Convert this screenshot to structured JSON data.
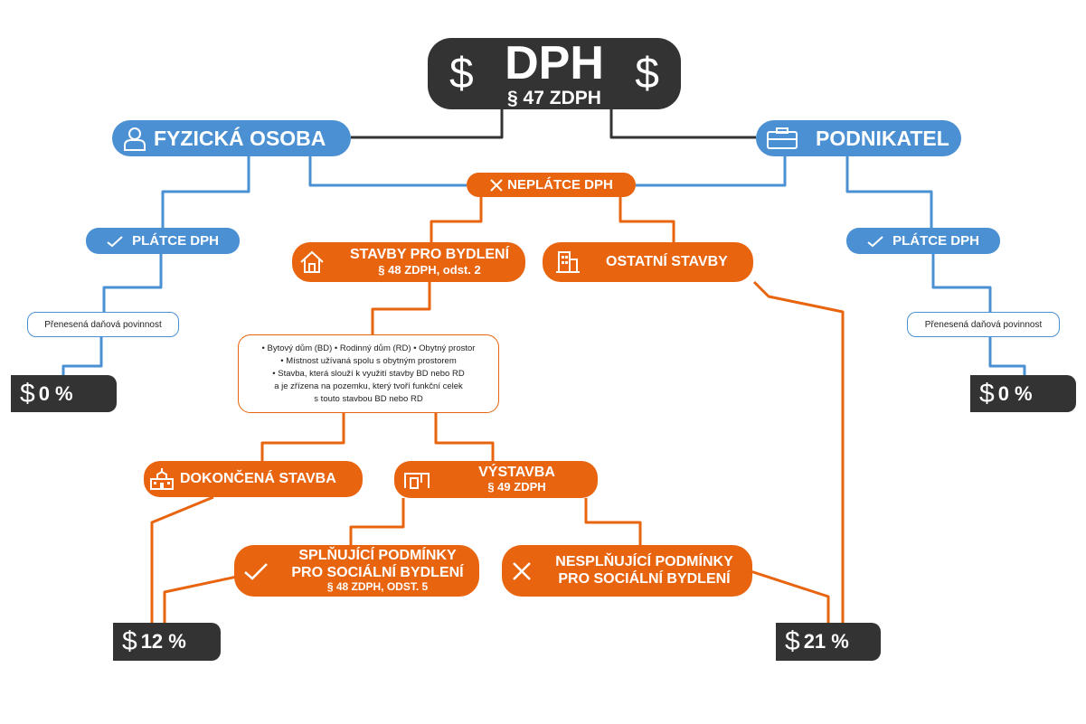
{
  "title": {
    "main": "DPH",
    "sub": "§ 47 ZDPH",
    "currency": "$"
  },
  "fyzicka_osoba": {
    "label": "FYZICKÁ OSOBA",
    "icon": "person-icon"
  },
  "podnikatel": {
    "label": "PODNIKATEL",
    "icon": "briefcase-icon"
  },
  "neplatce": {
    "label": "NEPLÁTCE DPH",
    "icon": "cross-icon"
  },
  "platce_left": {
    "label": "PLÁTCE DPH",
    "icon": "check-icon"
  },
  "platce_right": {
    "label": "PLÁTCE DPH",
    "icon": "check-icon"
  },
  "prenesena_left": "Přenesená daňová povinnost",
  "prenesena_right": "Přenesená daňová povinnost",
  "rate_left": {
    "symbol": "$",
    "value": "0 %"
  },
  "rate_right": {
    "symbol": "$",
    "value": "0 %"
  },
  "stavby_bydleni": {
    "label": "STAVBY PRO BYDLENÍ",
    "sub": "§ 48 ZDPH, odst. 2",
    "icon": "house-icon"
  },
  "ostatni_stavby": {
    "label": "OSTATNÍ STAVBY",
    "icon": "building-icon"
  },
  "conditions": [
    "• Bytový dům (BD) • Rodinný dům (RD) • Obytný prostor",
    "• Místnost užívaná spolu s obytným prostorem",
    "• Stavba, která slouží k využití stavby BD nebo RD",
    "a je zřízena na pozemku, který tvoří funkční celek",
    "s touto stavbou BD nebo RD"
  ],
  "dokoncena": {
    "label": "DOKONČENÁ STAVBA",
    "icon": "school-building-icon"
  },
  "vystavba": {
    "label": "VÝSTAVBA",
    "sub": "§ 49 ZDPH",
    "icon": "construction-icon"
  },
  "splnujici": {
    "line1": "SPLŇUJÍCÍ PODMÍNKY",
    "line2": "PRO SOCIÁLNÍ BYDLENÍ",
    "sub": "§ 48 ZDPH, ODST. 5",
    "icon": "check-icon"
  },
  "nesplnujici": {
    "line1": "NESPLŇUJÍCÍ PODMÍNKY",
    "line2": "PRO SOCIÁLNÍ BYDLENÍ",
    "icon": "cross-icon"
  },
  "rate_12": {
    "symbol": "$",
    "value": "12 %"
  },
  "rate_21": {
    "symbol": "$",
    "value": "21 %"
  },
  "colors": {
    "dark": "#333333",
    "blue": "#4a90d2",
    "orange": "#e8640f"
  }
}
